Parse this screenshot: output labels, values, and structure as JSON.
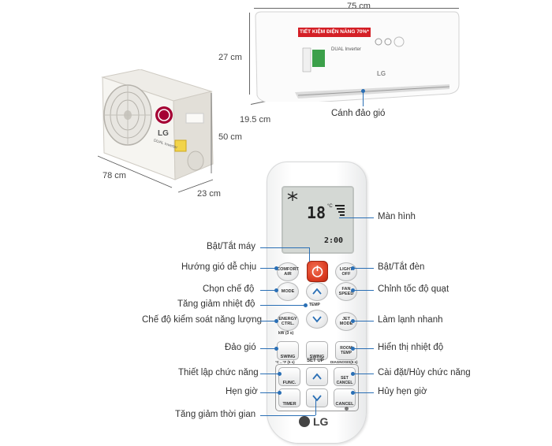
{
  "outdoor_unit": {
    "brand": "LG",
    "label": "DUAL Inverter",
    "width_label": "78 cm",
    "height_label": "50 cm",
    "depth_label": "23 cm"
  },
  "indoor_unit": {
    "width_label": "75 cm",
    "height_label": "27 cm",
    "depth_label": "19.5 cm",
    "banner_text": "TIẾT KIỆM ĐIỆN NĂNG 70%*",
    "brand": "LG",
    "model_text": "DUAL Inverter",
    "louver_label": "Cánh đảo gió"
  },
  "remote": {
    "screen_temp": "18",
    "screen_unit": "°C",
    "screen_timer": "2:00",
    "brand": "LG",
    "buttons": {
      "comfort_air": "COMFORT AIR",
      "light_off": "LIGHT OFF",
      "mode": "MODE",
      "fan_speed": "FAN SPEED",
      "temp": "TEMP",
      "energy_ctrl": "ENERGY CTRL.",
      "energy_sub": "kW (3 s)",
      "jet_mode": "JET MODE",
      "swing1": "SWING",
      "swing2": "SWING",
      "room_temp": "ROOM TEMP",
      "diagnosis": "DIAGNOSIS(5 s)",
      "swing_sub": "°C↔°F (5 s)",
      "set_up": "SET UP",
      "func": "FUNC.",
      "set_cancel": "SET CANCEL",
      "timer": "TIMER",
      "cancel": "CANCEL"
    }
  },
  "callouts_left": {
    "power": "Bật/Tắt máy",
    "comfort": "Hướng gió dễ chịu",
    "mode": "Chọn chế độ",
    "temp": "Tăng giảm nhiệt độ",
    "energy": "Chế độ kiểm soát năng lượng",
    "swing": "Đảo gió",
    "func": "Thiết lập chức năng",
    "timer": "Hẹn giờ",
    "time_adjust": "Tăng giảm thời gian"
  },
  "callouts_right": {
    "screen": "Màn hình",
    "light": "Bật/Tắt đèn",
    "fan": "Chỉnh tốc độ quạt",
    "jet": "Làm lạnh nhanh",
    "room_temp": "Hiển thị nhiệt độ",
    "set_cancel": "Cài đặt/Hủy chức năng",
    "cancel_timer": "Hủy hẹn giờ"
  },
  "colors": {
    "callout_line": "#2a6fb5",
    "power_button": "#d9381e",
    "lg_red": "#a50034",
    "energy_banner": "#d41f26"
  }
}
